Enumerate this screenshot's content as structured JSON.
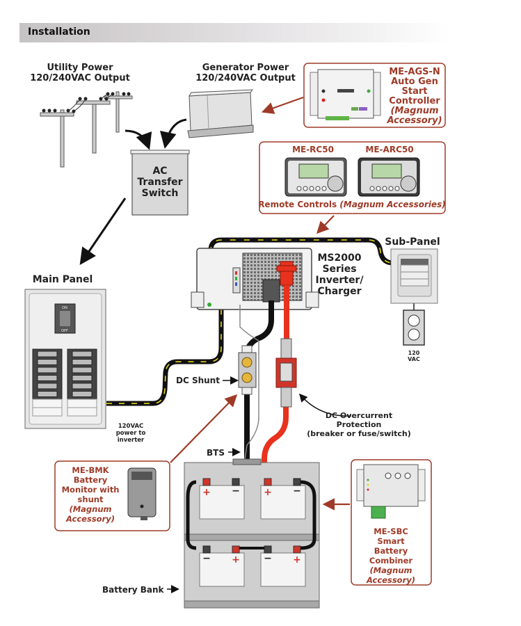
{
  "header": {
    "title": "Installation"
  },
  "colors": {
    "accent_red": "#9e3a27",
    "cable_red": "#e8321e",
    "cable_black": "#111111",
    "flow_yellow": "#f2e21a",
    "panel_gray": "#e4e4e4"
  },
  "utility": {
    "line1": "Utility Power",
    "line2": "120/240VAC Output"
  },
  "generator": {
    "line1": "Generator Power",
    "line2": "120/240VAC Output"
  },
  "transfer_switch": {
    "line1": "AC",
    "line2": "Transfer",
    "line3": "Switch"
  },
  "ags": {
    "line1": "ME-AGS-N",
    "line2": "Auto Gen",
    "line3": "Start",
    "line4": "Controller",
    "line5": "(Magnum",
    "line6": "Accessory)"
  },
  "remotes": {
    "rc50": "ME-RC50",
    "arc50": "ME-ARC50",
    "caption_plain": "Remote Controls ",
    "caption_italic": "(Magnum Accessories)"
  },
  "main_panel": {
    "title": "Main Panel",
    "on": "ON",
    "off": "OFF"
  },
  "inverter": {
    "line1": "MS2000",
    "line2": "Series",
    "line3": "Inverter/",
    "line4": "Charger"
  },
  "sub_panel": {
    "title": "Sub-Panel"
  },
  "outlet": {
    "line1": "120",
    "line2": "VAC"
  },
  "ac_feed": {
    "line1": "120VAC",
    "line2": "power to",
    "line3": "inverter"
  },
  "dc_shunt": {
    "label": "DC Shunt"
  },
  "dc_overcurrent": {
    "line1": "DC Overcurrent",
    "line2": "Protection",
    "line3": "(breaker or fuse/switch)"
  },
  "bts": {
    "label": "BTS"
  },
  "bmk": {
    "line1": "ME-BMK",
    "line2": "Battery",
    "line3": "Monitor with",
    "line4": "shunt",
    "line5": "(Magnum",
    "line6": "Accessory)"
  },
  "sbc": {
    "line1": "ME-SBC",
    "line2": "Smart",
    "line3": "Battery",
    "line4": "Combiner",
    "line5": "(Magnum",
    "line6": "Accessory)"
  },
  "battery_bank": {
    "label": "Battery Bank",
    "plus": "+",
    "minus": "−"
  }
}
